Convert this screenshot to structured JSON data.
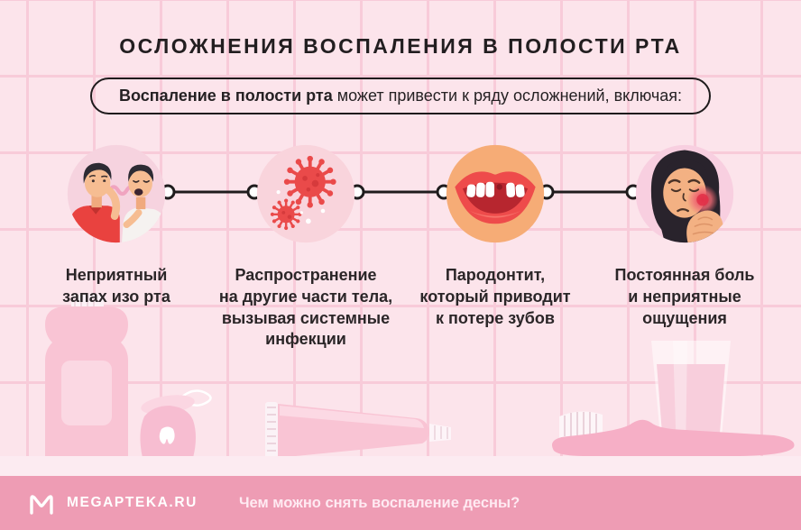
{
  "page": {
    "title": "ОСЛОЖНЕНИЯ ВОСПАЛЕНИЯ В ПОЛОСТИ РТА"
  },
  "intro": {
    "bold": "Воспаление в полости рта",
    "rest": " может привести к ряду осложнений, включая:"
  },
  "complications": [
    {
      "icon": "bad-breath-illustration",
      "caption": "Неприятный\nзапах изо рта"
    },
    {
      "icon": "virus-spread-illustration",
      "caption": "Распространение\nна другие части тела,\nвызывая системные\nинфекции"
    },
    {
      "icon": "tooth-loss-illustration",
      "caption": "Пародонтит,\nкоторый приводит\nк потере зубов"
    },
    {
      "icon": "facial-pain-illustration",
      "caption": "Постоянная боль\nи неприятные\nощущения"
    }
  ],
  "footer": {
    "brand": "MEGAPTEKA.RU",
    "question": "Чем можно снять воспаление десны?",
    "logo_icon": "megapteka-m-logo"
  },
  "decor_icons": [
    "mouthwash-bottle",
    "dental-floss-pot",
    "toothpaste-tube",
    "toothbrush",
    "glass-of-water"
  ],
  "colors": {
    "tile": "#fce4eb",
    "tile_grout": "#f8cbd9",
    "footer_bar": "#ee9cb4",
    "accent_red": "#ea4a4a",
    "ink": "#221e20",
    "circle_pink": "#f6d3df",
    "circle_orange": "#f6ac76"
  }
}
